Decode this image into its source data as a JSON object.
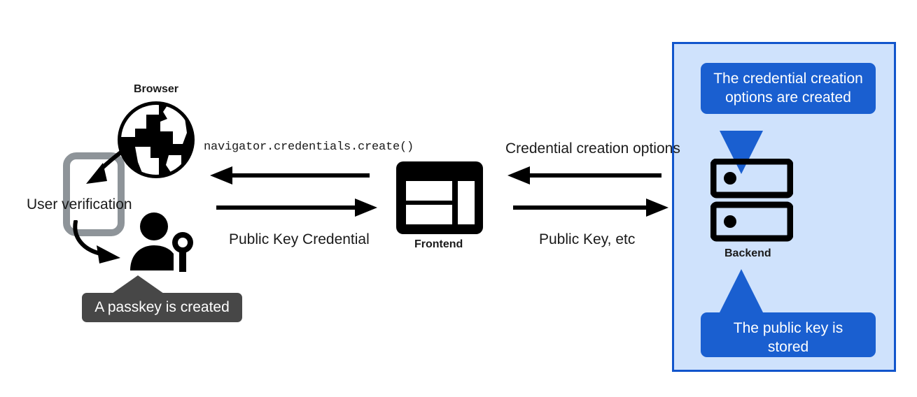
{
  "diagram": {
    "title": "WebAuthn passkey registration flow",
    "colors": {
      "accent_blue": "#1a5fd0",
      "panel_background": "#cfe2fc",
      "panel_border": "#1155cc",
      "tooltip_gray": "#474747",
      "device_gray": "#8e9499",
      "icon_black": "#000000",
      "page_background": "#ffffff"
    }
  },
  "client": {
    "browser_label": "Browser",
    "browser_icon": "globe-icon",
    "device_icon": "smartphone-icon",
    "user_verification_label": "User verification",
    "user_key_icon": "person-with-key-icon",
    "passkey_tooltip": "A passkey is created"
  },
  "frontend": {
    "label": "Frontend",
    "icon": "web-layout-icon"
  },
  "backend": {
    "label": "Backend",
    "icon": "server-rack-icon",
    "top_bubble": "The credential creation options are created",
    "top_bubble_line1": "The credential creation",
    "top_bubble_line2": "options are created",
    "bottom_bubble": "The public key is stored",
    "bottom_bubble_line1": "The public key is",
    "bottom_bubble_line2": "stored"
  },
  "messages": {
    "browser_frontend_left": "navigator.credentials.create()",
    "browser_frontend_right": "Public Key Credential",
    "frontend_backend_left": "Credential creation options",
    "frontend_backend_right": "Public Key, etc"
  },
  "arrows": [
    {
      "name": "arrow-frontend-to-browser",
      "direction": "left",
      "label": "navigator.credentials.create()"
    },
    {
      "name": "arrow-browser-to-frontend",
      "direction": "right",
      "label": "Public Key Credential"
    },
    {
      "name": "arrow-backend-to-frontend",
      "direction": "left",
      "label": "Credential creation options"
    },
    {
      "name": "arrow-frontend-to-backend",
      "direction": "right",
      "label": "Public Key, etc"
    },
    {
      "name": "arrow-browser-to-device",
      "direction": "curved-down-left",
      "label": ""
    },
    {
      "name": "arrow-device-to-user",
      "direction": "curved-down-right",
      "label": ""
    }
  ]
}
